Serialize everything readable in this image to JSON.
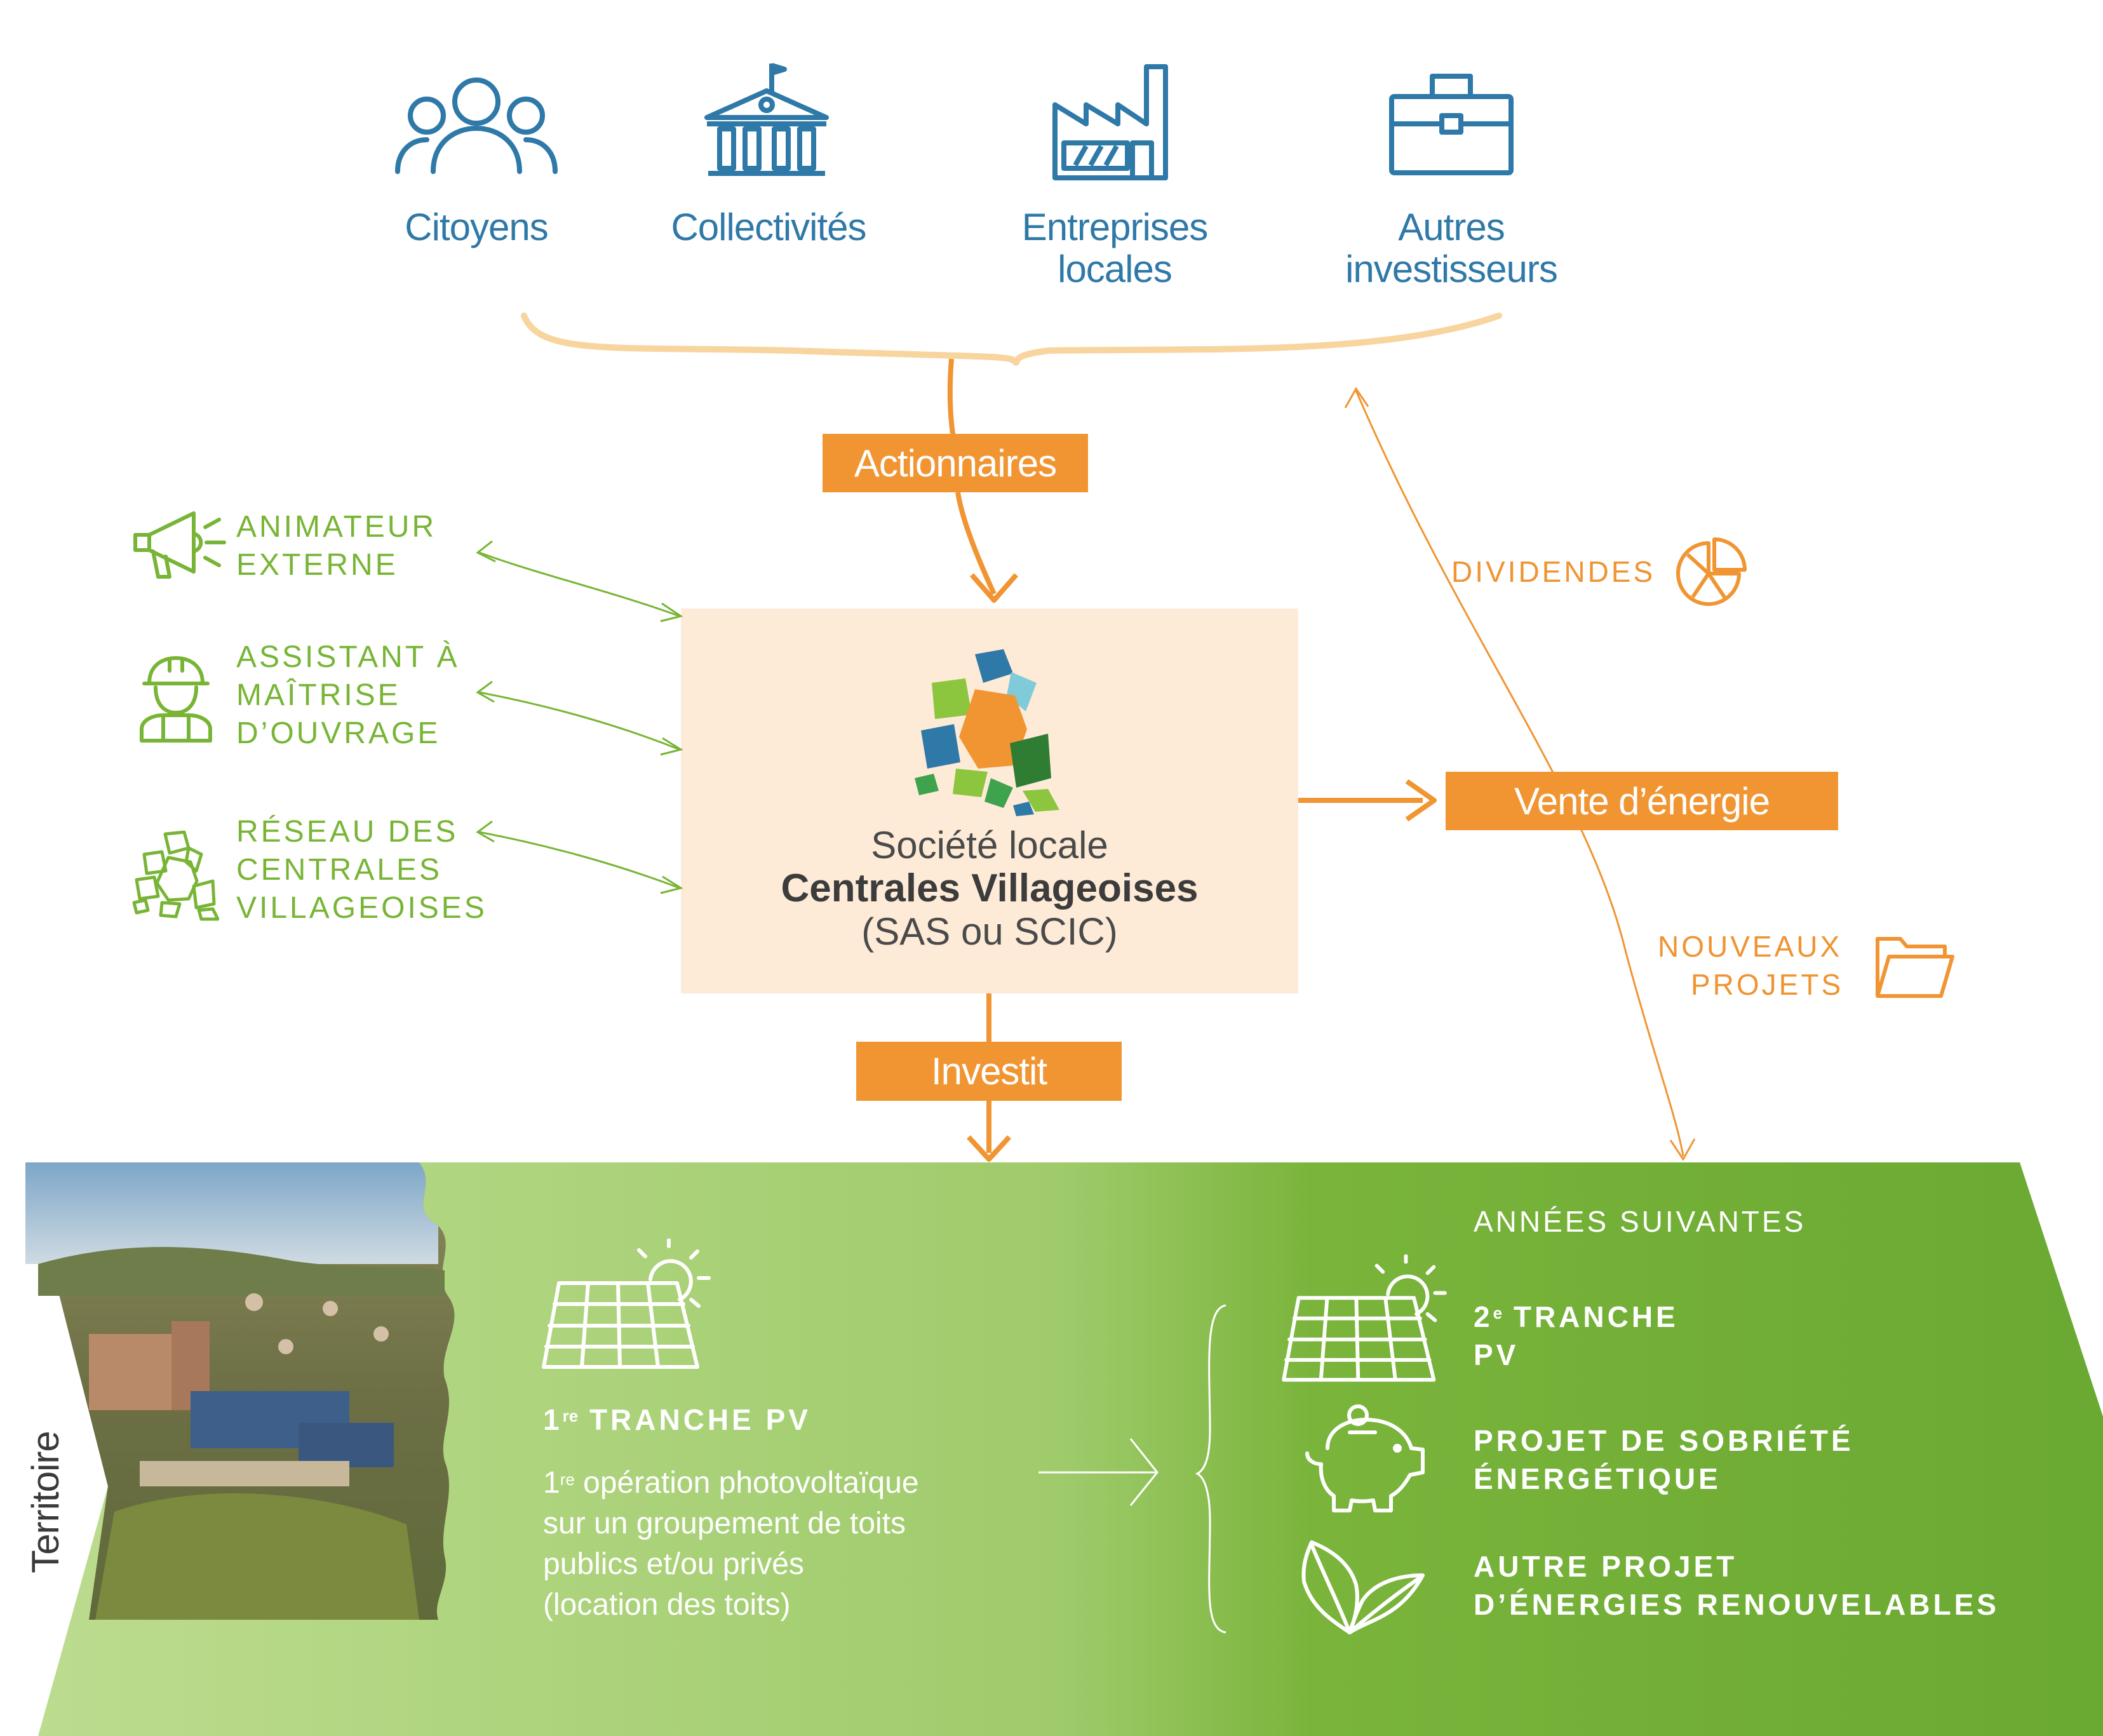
{
  "shareholders": [
    {
      "label": "Citoyens",
      "icon": "people-icon"
    },
    {
      "label": "Collectivités",
      "icon": "town-hall-icon"
    },
    {
      "label": "Entreprises\nlocales",
      "icon": "factory-icon"
    },
    {
      "label": "Autres\ninvestisseurs",
      "icon": "briefcase-icon"
    }
  ],
  "flow": {
    "actionnaires": "Actionnaires",
    "investit": "Investit",
    "vente": "Vente d’énergie",
    "dividendes": "DIVIDENDES",
    "nouveaux_projets_1": "NOUVEAUX",
    "nouveaux_projets_2": "PROJETS"
  },
  "partners": [
    {
      "lines": [
        "ANIMATEUR",
        "EXTERNE"
      ],
      "icon": "megaphone-icon"
    },
    {
      "lines": [
        "ASSISTANT À",
        "MAÎTRISE",
        "D’OUVRAGE"
      ],
      "icon": "worker-icon"
    },
    {
      "lines": [
        "RÉSEAU DES",
        "CENTRALES",
        "VILLAGEOISES"
      ],
      "icon": "network-logo-icon"
    }
  ],
  "center": {
    "line1": "Société locale",
    "line2": "Centrales Villageoises",
    "line3": "(SAS ou SCIC)"
  },
  "territory": {
    "label": "Territoire",
    "first_title_prefix": "1",
    "first_title_sup": "re",
    "first_title_rest": " TRANCHE PV",
    "desc_prefix": "1",
    "desc_sup": "re",
    "desc_line1_rest": " opération photovoltaïque",
    "desc_line2": "sur un groupement de toits",
    "desc_line3": "publics et/ou privés",
    "desc_line4": "(location des toits)",
    "next_years": "ANNÉES SUIVANTES",
    "second_prefix": "2",
    "second_sup": "e",
    "second_rest": " TRANCHE",
    "second_line2": "PV",
    "sobriety_line1": "PROJET DE SOBRIÉTÉ",
    "sobriety_line2": "ÉNERGÉTIQUE",
    "other_line1": "AUTRE PROJET",
    "other_line2": "D’ÉNERGIES RENOUVELABLES"
  },
  "colors": {
    "blue": "#2f79a8",
    "green": "#78b536",
    "orange": "#f19533",
    "cream": "#fdebd8",
    "band_light": "#b8d98b",
    "band_dark": "#6aaa32"
  }
}
